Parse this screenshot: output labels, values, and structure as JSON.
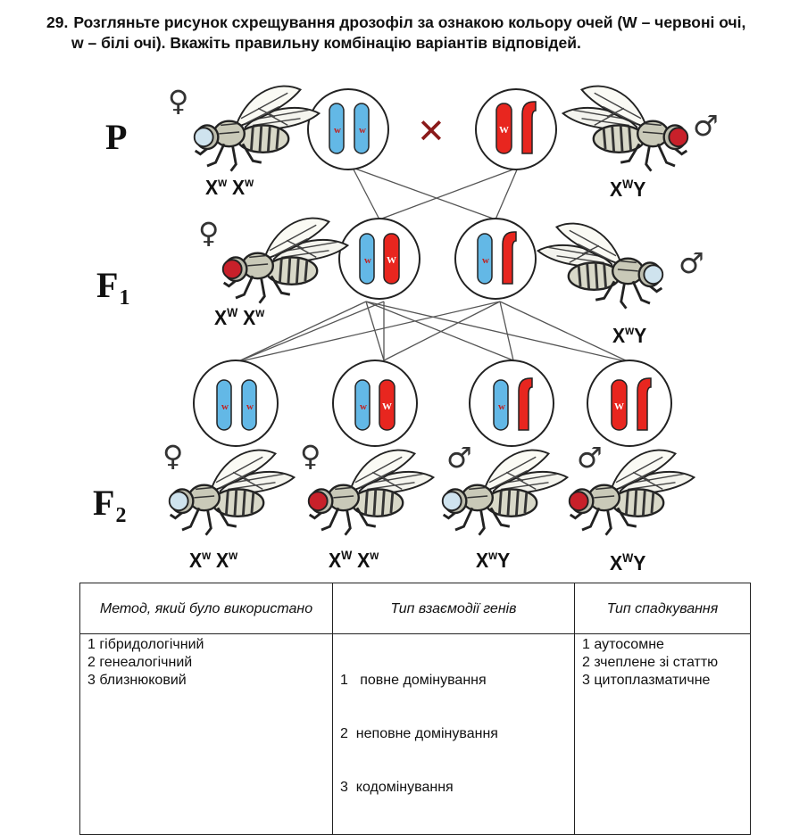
{
  "question": {
    "number": "29.",
    "line1": "Розгляньте рисунок схрещування дрозофіл за ознакою кольору очей (W – червоні очі,",
    "line2": "w – білі очі). Вкажіть правильну комбінацію варіантів відповідей."
  },
  "generations": {
    "p": {
      "letter": "P",
      "sub": ""
    },
    "f1": {
      "letter": "F",
      "sub": "1"
    },
    "f2": {
      "letter": "F",
      "sub": "2"
    }
  },
  "genotypes": {
    "p_female": {
      "a": "X",
      "a_sup": "w",
      "b": "X",
      "b_sup": "w"
    },
    "p_male": {
      "a": "X",
      "a_sup": "W",
      "b": "Y",
      "b_sup": ""
    },
    "f1_female": {
      "a": "X",
      "a_sup": "W",
      "b": "X",
      "b_sup": "w"
    },
    "f1_male": {
      "a": "X",
      "a_sup": "w",
      "b": "Y",
      "b_sup": ""
    },
    "f2_1": {
      "a": "X",
      "a_sup": "w",
      "b": "X",
      "b_sup": "w"
    },
    "f2_2": {
      "a": "X",
      "a_sup": "W",
      "b": "X",
      "b_sup": "w"
    },
    "f2_3": {
      "a": "X",
      "a_sup": "w",
      "b": "Y",
      "b_sup": ""
    },
    "f2_4": {
      "a": "X",
      "a_sup": "W",
      "b": "Y",
      "b_sup": ""
    }
  },
  "symbols": {
    "female": "♀",
    "male": "♂",
    "cross": "✕"
  },
  "chromosome_labels": {
    "recessive": "w",
    "dominant": "W"
  },
  "colors": {
    "recessive_chromosome": "#63b8e6",
    "dominant_chromosome": "#e8261f",
    "cross": "#8b1a1a",
    "red_eye": "#c8202a",
    "white_eye": "#cfe3ee"
  },
  "table": {
    "headers": [
      "Метод, який було використано",
      "Тип взаємодії генів",
      "Тип спадкування"
    ],
    "columns": [
      [
        "1 гібридологічний",
        "2 генеалогічний",
        "3 близнюковий"
      ],
      [
        "1   повне домінування",
        "2  неповне домінування",
        "3  кодомінування"
      ],
      [
        "1 аутосомне",
        "2 зчеплене зі статтю",
        "3 цитоплазматичне"
      ]
    ]
  }
}
